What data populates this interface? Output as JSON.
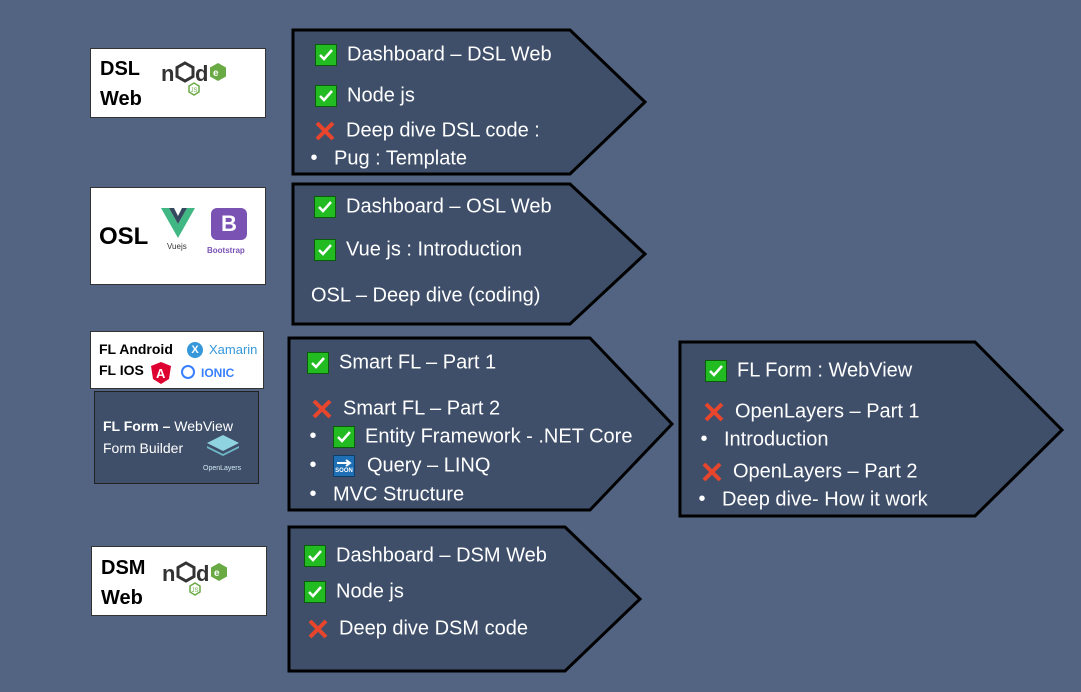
{
  "dsl_web": {
    "label_line1": "DSL",
    "label_line2": "Web",
    "logo": "nodejs-logo",
    "items": [
      {
        "status": "check",
        "text": "Dashboard – DSL Web"
      },
      {
        "status": "check",
        "text": "Node js"
      },
      {
        "status": "cross",
        "text": "Deep dive DSL code :"
      },
      {
        "status": "bullet",
        "text": "Pug : Template"
      }
    ]
  },
  "osl": {
    "label": "OSL",
    "logos": [
      {
        "name": "vuejs-logo",
        "caption": "Vuejs"
      },
      {
        "name": "bootstrap-logo",
        "caption": "Bootstrap"
      }
    ],
    "items": [
      {
        "status": "check",
        "text": "Dashboard – OSL Web"
      },
      {
        "status": "check",
        "text": "Vue js : Introduction"
      },
      {
        "status": "none",
        "text": "OSL – Deep dive (coding)"
      }
    ]
  },
  "fl_mobile": {
    "label_line1": "FL Android",
    "label_line2": "FL IOS",
    "logos": [
      {
        "name": "xamarin-logo",
        "caption": "Xamarin"
      },
      {
        "name": "angular-logo",
        "caption": ""
      },
      {
        "name": "ionic-logo",
        "caption": "IONIC"
      }
    ]
  },
  "fl_form": {
    "label_bold": "FL Form –",
    "label_rest": " WebView",
    "label_line2": "Form Builder",
    "logo_caption": "OpenLayers"
  },
  "smart_fl": {
    "items": [
      {
        "status": "check",
        "text": "Smart FL – Part 1"
      },
      {
        "status": "cross",
        "text": "Smart FL – Part 2"
      },
      {
        "status": "bullet-check",
        "text": "Entity Framework - .NET Core"
      },
      {
        "status": "bullet-soon",
        "text": "Query – LINQ",
        "badge": "SOON"
      },
      {
        "status": "bullet",
        "text": "MVC Structure"
      }
    ]
  },
  "fl_form_detail": {
    "items": [
      {
        "status": "check",
        "text": "FL Form : WebView"
      },
      {
        "status": "cross",
        "text": "OpenLayers – Part 1"
      },
      {
        "status": "bullet",
        "text": "Introduction"
      },
      {
        "status": "cross",
        "text": "OpenLayers – Part 2"
      },
      {
        "status": "bullet",
        "text": "Deep dive- How it work"
      }
    ]
  },
  "dsm_web": {
    "label_line1": "DSM",
    "label_line2": "Web",
    "logo": "nodejs-logo",
    "items": [
      {
        "status": "check",
        "text": "Dashboard – DSM Web"
      },
      {
        "status": "check",
        "text": "Node js"
      },
      {
        "status": "cross",
        "text": "Deep dive DSM code"
      }
    ]
  },
  "colors": {
    "background": "#526482",
    "arrow_fill": "#3f4f6a",
    "check": "#22bb22",
    "cross": "#e8452c"
  }
}
